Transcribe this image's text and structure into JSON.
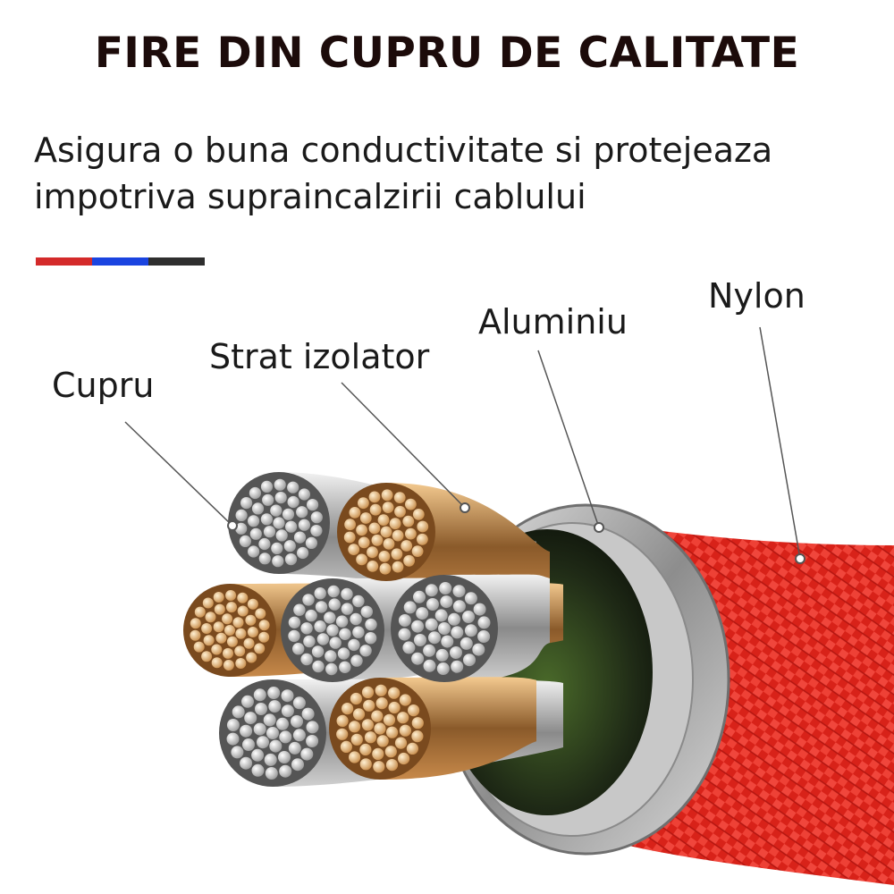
{
  "header": {
    "title": "FIRE DIN CUPRU DE CALITATE",
    "subtitle_line1": "Asigura o buna conductivitate si protejeaza",
    "subtitle_line2": "impotriva supraincalzirii cablului"
  },
  "colors": {
    "accent_red": "#d42a2a",
    "accent_blue": "#1a44e0",
    "accent_dark": "#2e2e2e",
    "nylon_red": "#e0271f",
    "copper": "#e8b67a",
    "silver": "#c9c9c9"
  },
  "labels": {
    "cupru": "Cupru",
    "strat_izolator": "Strat izolator",
    "aluminiu": "Aluminiu",
    "nylon": "Nylon"
  },
  "strands": [
    {
      "kind": "silver"
    },
    {
      "kind": "copper"
    },
    {
      "kind": "copper"
    },
    {
      "kind": "silver"
    },
    {
      "kind": "silver"
    },
    {
      "kind": "silver"
    },
    {
      "kind": "copper"
    }
  ]
}
